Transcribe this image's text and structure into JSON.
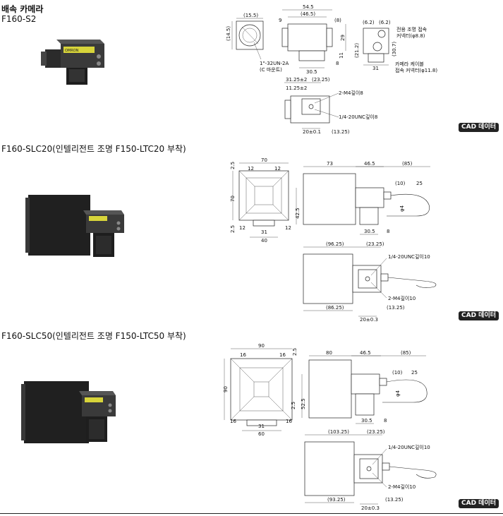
{
  "sections": [
    {
      "heading": "배속 카메라",
      "model": "F160-S2",
      "cad_label": "CAD 데이터",
      "product_label": "OMRON",
      "dims": {
        "front_w": "(15.5)",
        "front_h": "(14.5)",
        "thread": "1\"-32UN-2A",
        "mount": "(C 마운트)",
        "side_len": "54.5",
        "side_body": "(46.5)",
        "side_8": "(8)",
        "side_9": "9",
        "side_29": "29",
        "side_11": "11",
        "side_8b": "8",
        "side_30_5": "30.5",
        "rear_6_2a": "(6.2)",
        "rear_6_2b": "(6.2)",
        "rear_30_7": "(30.7)",
        "rear_21_2": "(21.2)",
        "rear_31": "31",
        "rear_conn1": "전용 조명 접속",
        "rear_conn1b": "커넥터(φ8.8)",
        "rear_conn2": "카메라 케이블",
        "rear_conn2b": "접속 커넥터(φ11.8)",
        "bot_31_25": "31.25±2",
        "bot_23_25": "(23.25)",
        "bot_11_25": "11.25±2",
        "bot_m4": "2-M4깊이8",
        "bot_unc": "1/4-20UNC깊이8",
        "bot_20": "20±0.1",
        "bot_13_25": "(13.25)"
      }
    },
    {
      "model": "F160-SLC20(인텔리전트 조명 F150-LTC20 부착)",
      "cad_label": "CAD 데이터",
      "dims": {
        "f_70": "70",
        "f_12a": "12",
        "f_12b": "12",
        "f_2_5a": "2.5",
        "f_70v": "70",
        "f_2_5b": "2.5",
        "f_12c": "12",
        "f_12d": "12",
        "f_31": "31",
        "f_40": "40",
        "s_73": "73",
        "s_46_5": "46.5",
        "s_85": "(85)",
        "s_10": "(10)",
        "s_25": "25",
        "s_42_5": "42.5",
        "s_phi4": "φ4",
        "s_30_5": "30.5",
        "s_8": "8",
        "b_96_25": "(96.25)",
        "b_23_25": "(23.25)",
        "b_unc": "1/4-20UNC깊이10",
        "b_m4": "2-M4깊이10",
        "b_86_25": "(86.25)",
        "b_13_25": "(13.25)",
        "b_20": "20±0.3"
      }
    },
    {
      "model": "F160-SLC50(인텔리전트 조명 F150-LTC50 부착)",
      "cad_label": "CAD 데이터",
      "dims": {
        "f_90": "90",
        "f_16a": "16",
        "f_16b": "16",
        "f_2_5": "2.5",
        "f_90v": "90",
        "f_2_5b": "2.5",
        "f_16c": "16",
        "f_16d": "16",
        "f_31": "31",
        "f_60": "60",
        "s_80": "80",
        "s_46_5": "46.5",
        "s_85": "(85)",
        "s_10": "(10)",
        "s_25": "25",
        "s_52_5": "52.5",
        "s_phi4": "φ4",
        "s_30_5": "30.5",
        "s_8": "8",
        "b_103_25": "(103.25)",
        "b_23_25": "(23.25)",
        "b_unc": "1/4-20UNC깊이10",
        "b_m4": "2-M4깊이10",
        "b_93_25": "(93.25)",
        "b_13_25": "(13.25)",
        "b_20": "20±0.3"
      }
    }
  ]
}
